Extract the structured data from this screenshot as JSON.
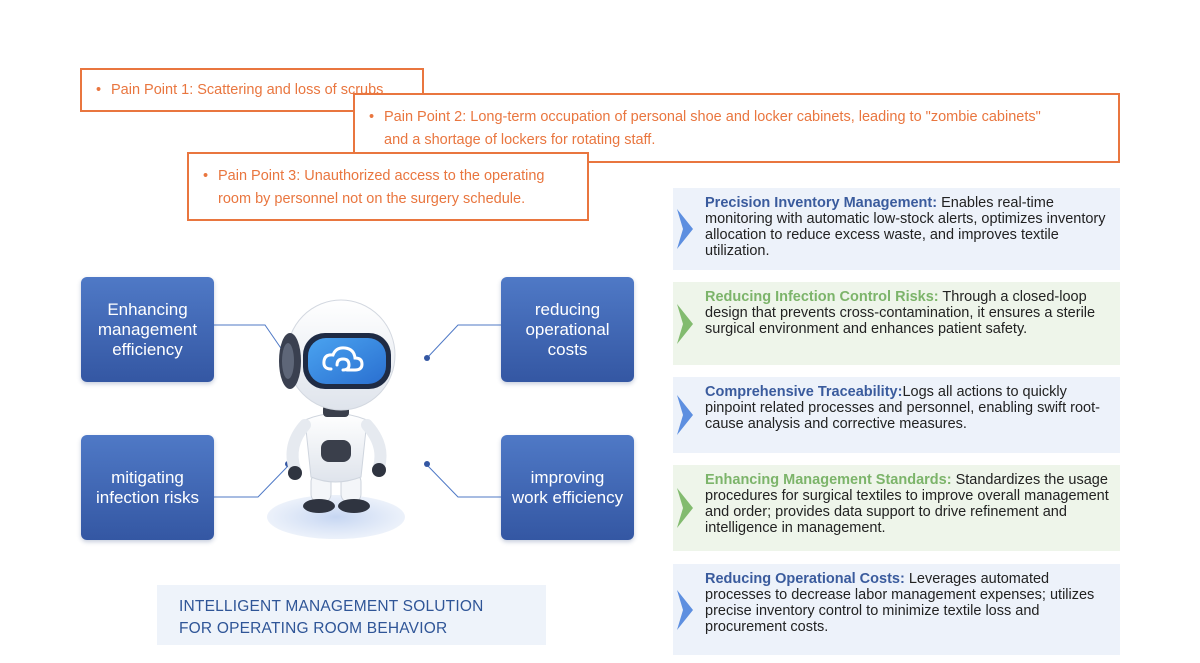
{
  "pain_points": [
    {
      "bullet": "•",
      "text": "Pain Point 1: Scattering and loss of scrubs"
    },
    {
      "bullet": "•",
      "lines": [
        "Pain Point 2: Long-term occupation of personal shoe and locker cabinets, leading to \"zombie cabinets\"",
        "and a shortage of lockers for rotating staff."
      ]
    },
    {
      "bullet": "•",
      "lines": [
        "Pain Point 3: Unauthorized access to the operating",
        "room by personnel not on the surgery schedule."
      ]
    }
  ],
  "benefits": [
    {
      "lines": [
        "Enhancing",
        "management",
        "efficiency"
      ]
    },
    {
      "lines": [
        "reducing",
        "operational",
        "costs"
      ]
    },
    {
      "lines": [
        "mitigating",
        "infection risks"
      ]
    },
    {
      "lines": [
        "improving",
        "work efficiency"
      ]
    }
  ],
  "features": [
    {
      "title": "Precision Inventory Management:",
      "body": " Enables real-time monitoring with automatic low-stock alerts, optimizes inventory allocation to reduce excess waste, and improves textile utilization."
    },
    {
      "title": "Reducing Infection Control Risks:",
      "body": " Through a closed-loop design that prevents cross-contamination, it ensures a sterile surgical environment and enhances patient safety."
    },
    {
      "title": "Comprehensive Traceability:",
      "body": "Logs all actions to quickly pinpoint related processes and personnel, enabling swift root-cause analysis and corrective measures."
    },
    {
      "title": "Enhancing Management Standards:",
      "body": " Standardizes the usage procedures for surgical textiles to improve overall management and order; provides data support to drive refinement and intelligence in management."
    },
    {
      "title": "Reducing Operational Costs:",
      "body": "  Leverages automated processes to decrease labor management expenses; utilizes precise inventory control to minimize textile loss and procurement costs."
    }
  ],
  "footer": {
    "lines": [
      "INTELLIGENT MANAGEMENT SOLUTION",
      "FOR OPERATING ROOM BEHAVIOR"
    ]
  },
  "colors": {
    "accent_orange": "#e9763f",
    "primary_blue": "#3457a3",
    "feature_green": "#7cb46a",
    "feature_blue": "#3a5b9d"
  },
  "icons": {
    "robot": "robot-mascot-icon",
    "screen_logo": "cloud-logo-icon",
    "arrow": "chevron-arrow-icon"
  }
}
